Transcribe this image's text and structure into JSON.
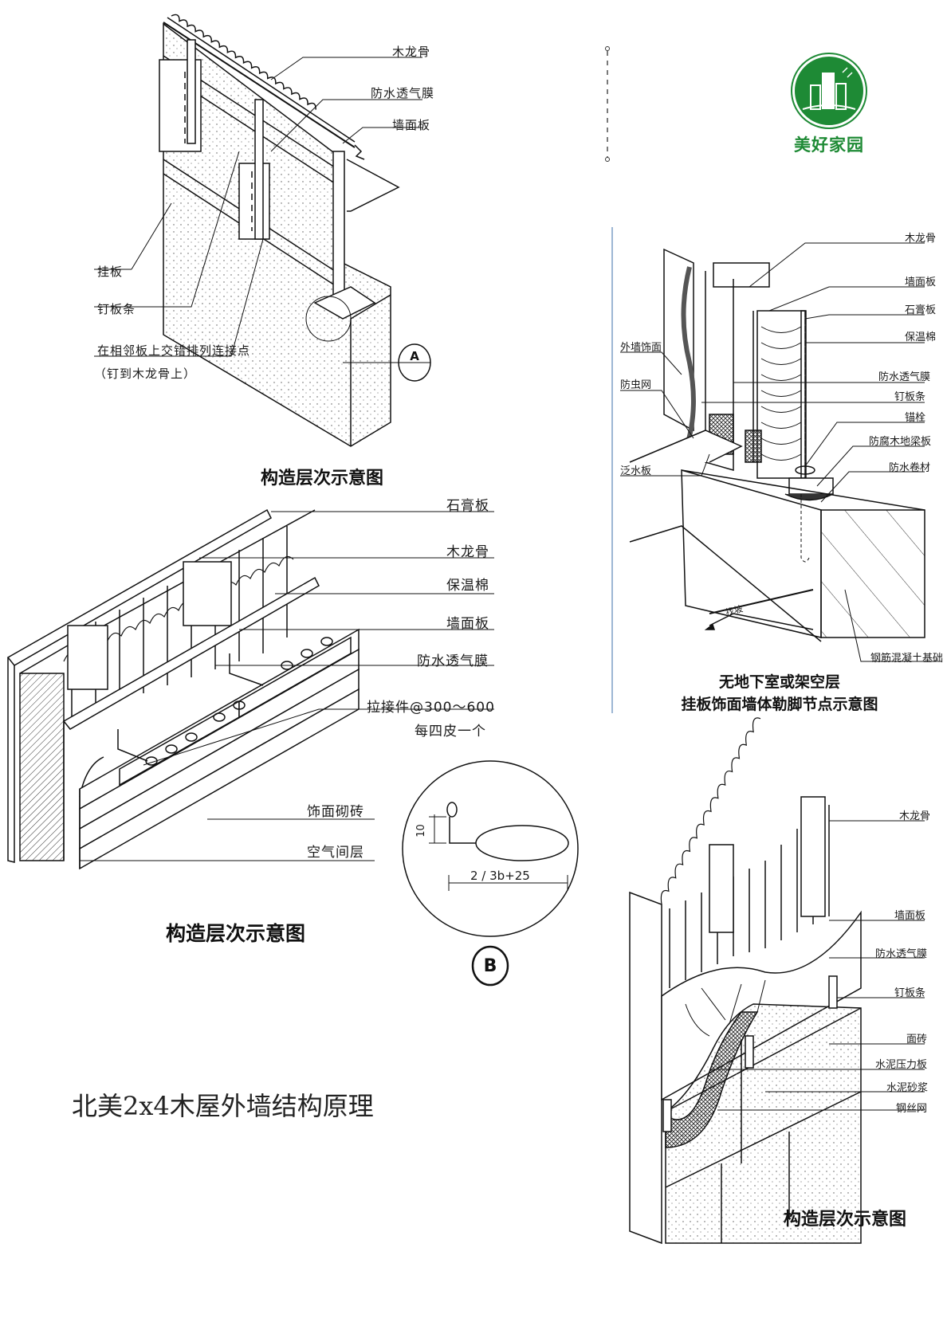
{
  "page": {
    "main_title": "北美2x4木屋外墙结构原理",
    "logo": {
      "text": "美好家园",
      "icon": "green-buildings-logo-icon",
      "color": "#1e8a35"
    }
  },
  "diagram_top_left": {
    "caption": "构造层次示意图",
    "labels": {
      "stud": "木龙骨",
      "membrane": "防水透气膜",
      "sheathing": "墙面板",
      "siding": "挂板",
      "furring": "钉板条",
      "nail_note_1": "在相邻板上交错排列连接点",
      "nail_note_2": "（钉到木龙骨上）"
    },
    "detail_marker": {
      "letter": "A",
      "sub": "—"
    }
  },
  "diagram_mid_left": {
    "caption": "构造层次示意图",
    "labels": {
      "gypsum": "石膏板",
      "stud": "木龙骨",
      "insulation": "保温棉",
      "sheathing": "墙面板",
      "membrane": "防水透气膜",
      "tie_1": "拉接件@300～600",
      "tie_2": "每四皮一个",
      "brick": "饰面砌砖",
      "air_gap": "空气间层"
    }
  },
  "detail_b": {
    "marker": "B",
    "dim_vertical": "10",
    "dim_horizontal": "2 / 3b+25"
  },
  "diagram_right_mid": {
    "caption_line1": "无地下室或架空层",
    "caption_line2": "挂板饰面墙体勒脚节点示意图",
    "labels_right": {
      "stud": "木龙骨",
      "sheathing": "墙面板",
      "gypsum": "石膏板",
      "insulation": "保温棉",
      "membrane": "防水透气膜",
      "furring": "钉板条",
      "anchor": "锚栓",
      "sill_plate": "防腐木地梁板",
      "waterproof_roll": "防水卷材",
      "foundation": "钢筋混凝土基础"
    },
    "labels_left": {
      "cladding": "外墙饰面",
      "insect_mesh": "防虫网",
      "flashing": "泛水板",
      "slope": "找坡"
    }
  },
  "diagram_bottom_right": {
    "caption": "构造层次示意图",
    "labels": {
      "stud": "木龙骨",
      "sheathing": "墙面板",
      "membrane": "防水透气膜",
      "furring": "钉板条",
      "tile": "面砖",
      "cement_board": "水泥压力板",
      "mortar": "水泥砂浆",
      "wire_mesh": "钢丝网"
    }
  }
}
